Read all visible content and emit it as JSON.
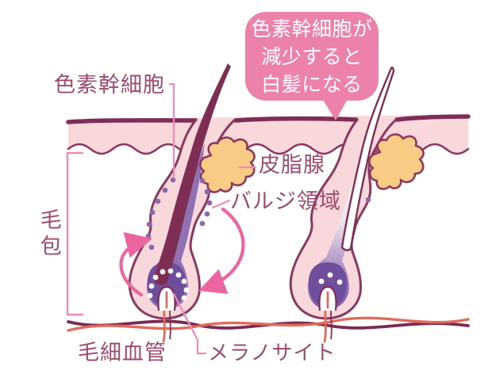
{
  "diagram": {
    "speech_bubble": {
      "lines": [
        "色素幹細胞が",
        "減少すると",
        "白髪になる"
      ]
    },
    "labels": {
      "pigment_stem_cell": "色素幹細胞",
      "sebaceous_gland": "皮脂腺",
      "bulge_region": "バルジ領域",
      "hair_follicle": "毛包",
      "capillary": "毛細血管",
      "melanocyte": "メラノサイト"
    },
    "colors": {
      "skin": "#f8d8da",
      "outline": "#8a3860",
      "hair": "#7e2d55",
      "follicle_purple": "#8f72b2",
      "bulb_purple": "#6f4f9c",
      "dot_purple": "#8a68ab",
      "gland": "#f8cc85",
      "bubble_pink": "#ec82ac",
      "label_text": "#9d4a70",
      "connector_pink": "#f08ab4",
      "arrow_pink": "#ec64a0",
      "capillary_red": "#e06b5a",
      "capillary_dark": "#7b2b52"
    }
  }
}
